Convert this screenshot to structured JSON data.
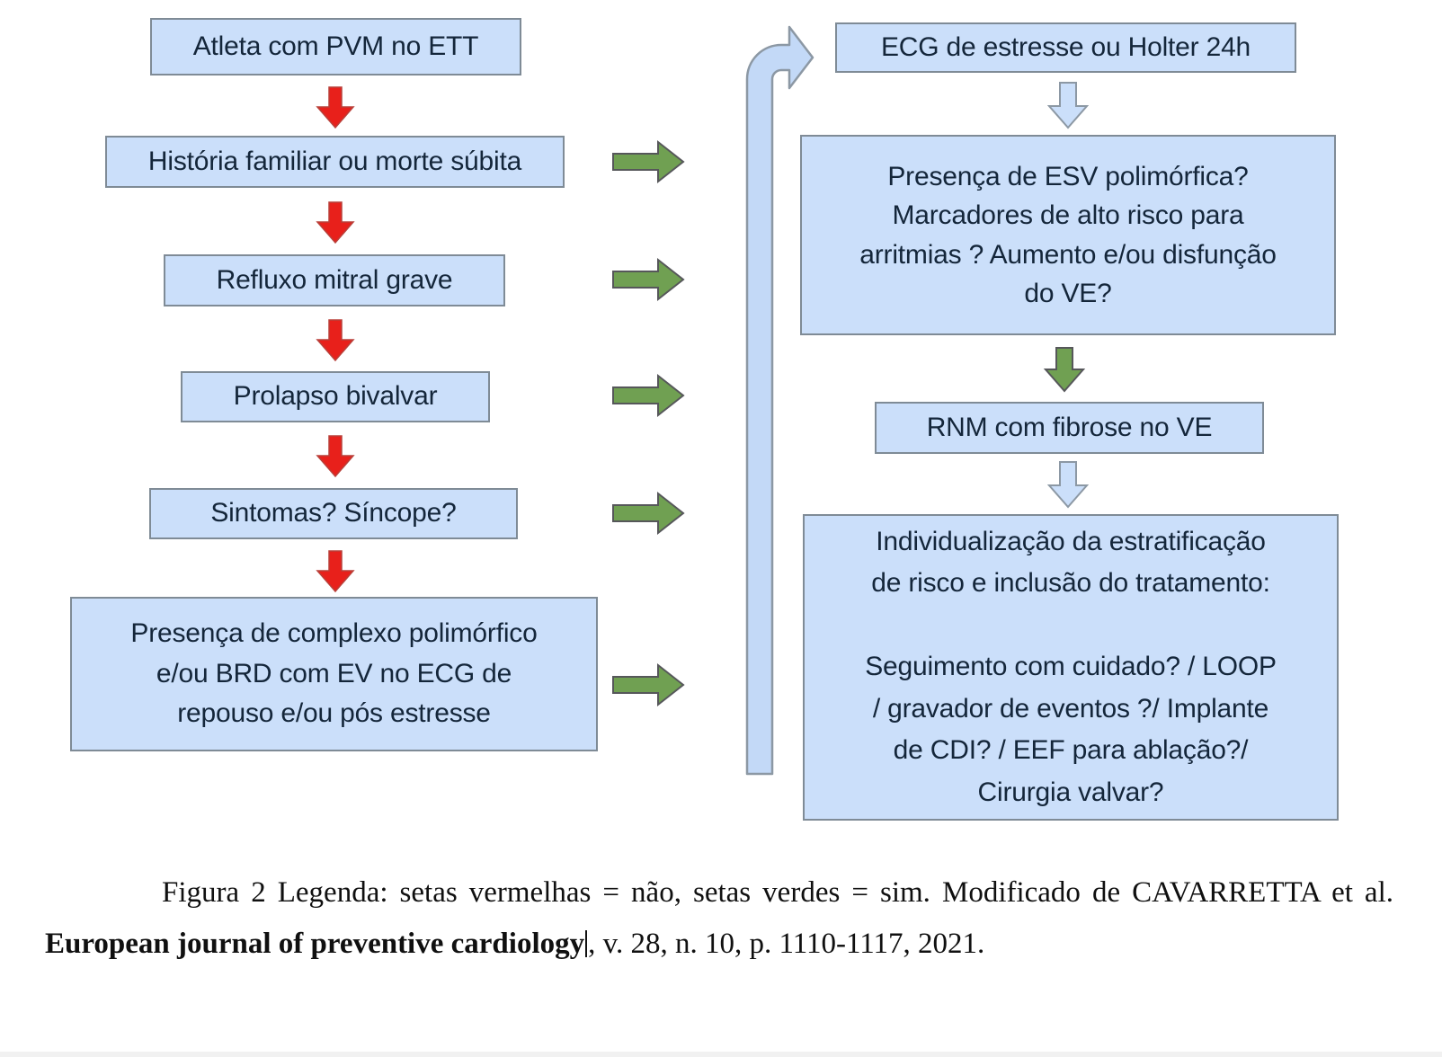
{
  "figure": {
    "title": "Figura 2",
    "left_column": {
      "boxes": [
        {
          "id": "atleta",
          "text": "Atleta com PVM no ETT"
        },
        {
          "id": "historia",
          "text": "História familiar ou morte súbita"
        },
        {
          "id": "refluxo",
          "text": "Refluxo mitral grave"
        },
        {
          "id": "prolapso",
          "text": "Prolapso bivalvar"
        },
        {
          "id": "sintomas",
          "text": "Sintomas? Síncope?"
        },
        {
          "id": "presenca_brd",
          "text": "Presença de complexo polimórfico\ne/ou BRD com EV no ECG de\nrepouso e/ou pós estresse"
        }
      ]
    },
    "right_column": {
      "boxes": [
        {
          "id": "ecg",
          "text": "ECG de estresse ou Holter 24h"
        },
        {
          "id": "esv",
          "text": "Presença de ESV polimórfica?\nMarcadores de alto risco para\narritmias ? Aumento e/ou disfunção\ndo VE?"
        },
        {
          "id": "rnm",
          "text": "RNM com fibrose no VE"
        },
        {
          "id": "individual",
          "text": "Individualização da estratificação\nde risco e inclusão do tratamento:\n\nSeguimento com cuidado? / LOOP\n/ gravador de eventos ?/ Implante\nde CDI? / EEF para ablação?/\nCirurgia valvar?"
        }
      ]
    },
    "arrows": {
      "red_down": {
        "icon": "arrow-down-icon",
        "meaning": "não",
        "color": "#e8201b",
        "count": 5
      },
      "green_right": {
        "icon": "arrow-right-icon",
        "meaning": "sim",
        "color": "#6f9e4e",
        "count": 5
      },
      "green_down": {
        "icon": "arrow-down-icon",
        "meaning": "sim",
        "color": "#6f9e4e",
        "count": 1
      },
      "pale_down": {
        "icon": "arrow-down-icon",
        "color": "#cbdffa",
        "count": 2
      },
      "loop_connector": {
        "icon": "loop-arrow-icon",
        "color": "#c3d9f7"
      }
    },
    "colors": {
      "box_fill": "#cbdffa",
      "box_border": "#7f8b96",
      "box_text": "#14263a",
      "red": "#e8201b",
      "green": "#6f9e4e"
    }
  },
  "caption": {
    "part1": "Figura 2 Legenda: setas vermelhas = não, setas verdes = sim. Modificado de CAVARRETTA et al. ",
    "journal": "European journal of preventive cardiology",
    "part2": ", v. 28, n. 10, p. 1110-1117, 2021."
  }
}
